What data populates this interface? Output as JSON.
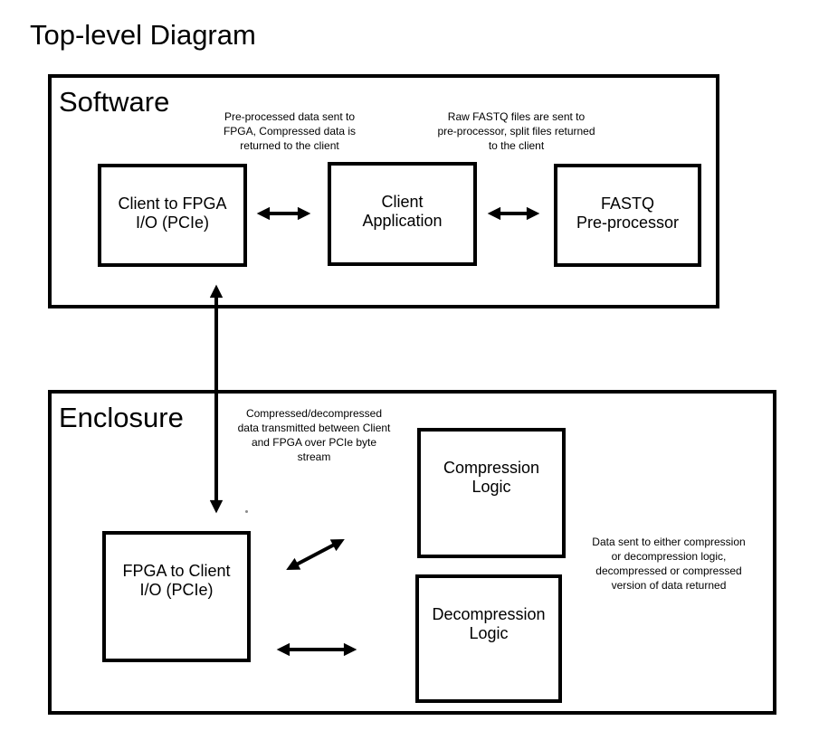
{
  "title": "Top-level Diagram",
  "software": {
    "label": "Software",
    "boxes": [
      {
        "label": "Client to FPGA\nI/O (PCIe)"
      },
      {
        "label": "Client\nApplication"
      },
      {
        "label": "FASTQ\nPre-processor"
      }
    ],
    "annotations": [
      {
        "text": "Pre-processed data sent to\nFPGA, Compressed data is\nreturned to the client"
      },
      {
        "text": "Raw FASTQ files are sent to\npre-processor, split files returned\nto the client"
      }
    ]
  },
  "enclosure": {
    "label": "Enclosure",
    "boxes": [
      {
        "label": "FPGA to Client\nI/O (PCIe)"
      },
      {
        "label": "Compression\nLogic"
      },
      {
        "label": "Decompression\nLogic"
      }
    ],
    "annotations": [
      {
        "text": "Compressed/decompressed\ndata transmitted between Client\nand FPGA over PCIe byte\nstream"
      },
      {
        "text": "Data sent to either compression\nor decompression logic,\ndecompressed or compressed\nversion of data returned"
      }
    ]
  },
  "colors": {
    "line": "#000000",
    "background": "#ffffff"
  }
}
